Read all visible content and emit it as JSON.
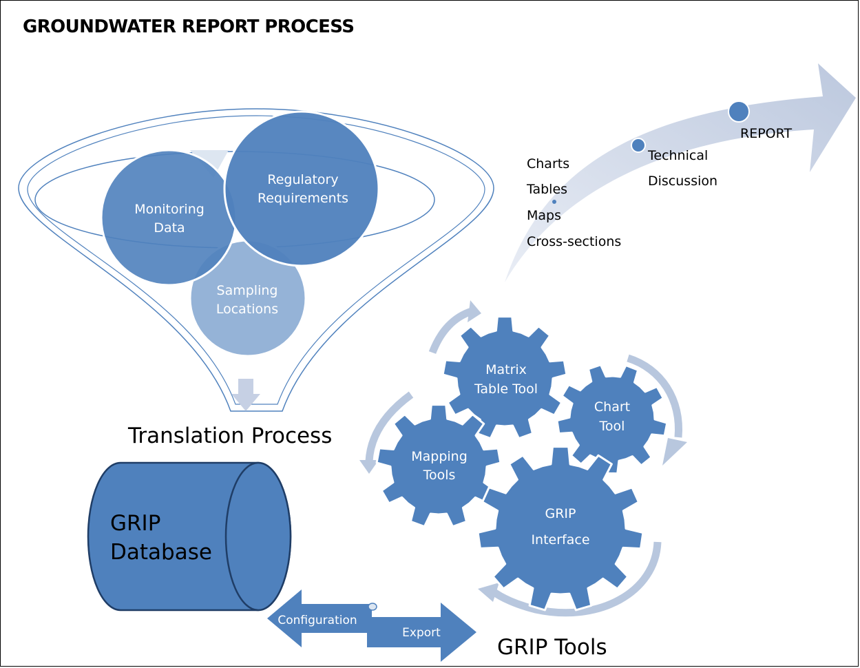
{
  "title": "GROUNDWATER REPORT PROCESS",
  "colors": {
    "circle_dark": "#4f81bd",
    "circle_light": "#95b3d7",
    "funnel_outline": "#4f81bd",
    "arrow_light": "#c6d0e4",
    "gear": "#4f81bd",
    "text_dark": "#000000",
    "text_light": "#ffffff"
  },
  "funnel": {
    "inputs": {
      "monitoring_line1": "Monitoring",
      "monitoring_line2": "Data",
      "regulatory_line1": "Regulatory",
      "regulatory_line2": "Requirements",
      "sampling_line1": "Sampling",
      "sampling_line2": "Locations"
    },
    "output_label": "Translation Process"
  },
  "database": {
    "line1": "GRIP",
    "line2": "Database"
  },
  "exchange": {
    "configuration": "Configuration",
    "export": "Export"
  },
  "tools": {
    "matrix_line1": "Matrix",
    "matrix_line2": "Table Tool",
    "chart_line1": "Chart",
    "chart_line2": "Tool",
    "mapping_line1": "Mapping",
    "mapping_line2": "Tools",
    "interface_line1": "GRIP",
    "interface_line2": "Interface",
    "group_label": "GRIP Tools"
  },
  "outputs": {
    "items": [
      "Charts",
      "Tables",
      "Maps",
      "Cross-sections"
    ],
    "technical_line1": "Technical",
    "technical_line2": "Discussion",
    "report": "REPORT"
  }
}
